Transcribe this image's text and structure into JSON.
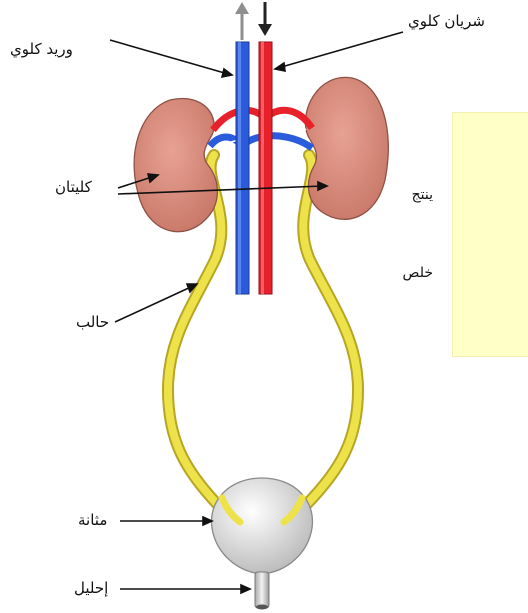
{
  "labels": {
    "renal_artery": "شريان كلوي",
    "renal_vein": "وريد كلوي",
    "kidneys": "كليتان",
    "ureter": "حالب",
    "bladder": "مثانة",
    "urethra": "إحليل"
  },
  "note": {
    "line1": "ينتج",
    "line2": "خلص"
  },
  "colors": {
    "artery": "#e8202a",
    "vein": "#2a5bdc",
    "kidney": "#d98a7a",
    "ureter": "#eee24a",
    "bladder": "#e4e4e4",
    "note_background": "#ffffc8"
  },
  "icons": {
    "vein_arrow": "up-arrow-icon",
    "artery_arrow": "down-arrow-icon"
  }
}
